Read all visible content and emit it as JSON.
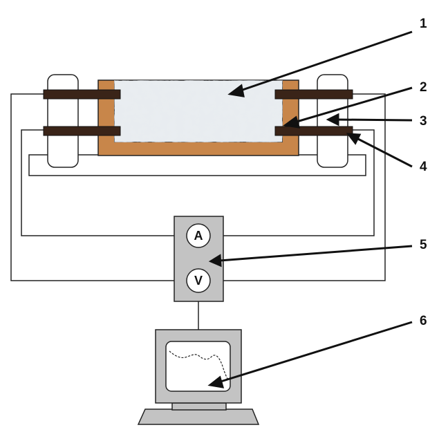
{
  "meters": {
    "ammeter": "A",
    "voltmeter": "V"
  },
  "callouts": [
    {
      "id": "1",
      "label": "1"
    },
    {
      "id": "2",
      "label": "2"
    },
    {
      "id": "3",
      "label": "3"
    },
    {
      "id": "4",
      "label": "4"
    },
    {
      "id": "5",
      "label": "5"
    },
    {
      "id": "6",
      "label": "6"
    }
  ],
  "colors": {
    "sample_fill": "#e9edf1",
    "frame_fill": "#c8864a",
    "electrode_fill": "#3a2418",
    "meter_box_fill": "#c3c3c3",
    "support_fill": "#ffffff",
    "line": "#222222"
  }
}
